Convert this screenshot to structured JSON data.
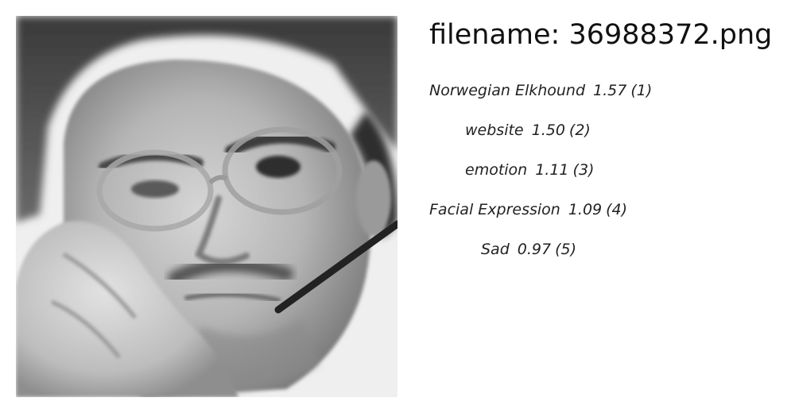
{
  "image": {
    "subject": "grayscale-face-photo"
  },
  "filename": "filename: 36988372.png",
  "labels": [
    {
      "name": "Norwegian Elkhound",
      "score": "1.57",
      "rank": "(1)"
    },
    {
      "name": "website",
      "score": "1.50",
      "rank": "(2)"
    },
    {
      "name": "emotion",
      "score": "1.11",
      "rank": "(3)"
    },
    {
      "name": "Facial Expression",
      "score": "1.09",
      "rank": "(4)"
    },
    {
      "name": "Sad",
      "score": "0.97",
      "rank": "(5)"
    }
  ]
}
